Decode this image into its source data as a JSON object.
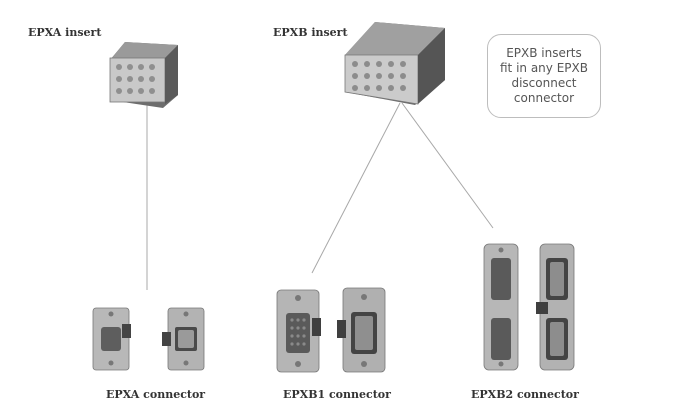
{
  "labels": {
    "epxa_insert": "EPXA insert",
    "epxb_insert": "EPXB insert",
    "epxa_connector": "EPXA connector",
    "epxb1_connector": "EPXB1 connector",
    "epxb2_connector": "EPXB2 connector"
  },
  "callout": {
    "text": "EPXB inserts\nfit in any EPXB\ndisconnect\nconnector"
  },
  "colors": {
    "leader_line": "#9e9e9e",
    "metal_light": "#cfcfcf",
    "metal_dark": "#6e6e6e",
    "label_text": "#333333"
  }
}
